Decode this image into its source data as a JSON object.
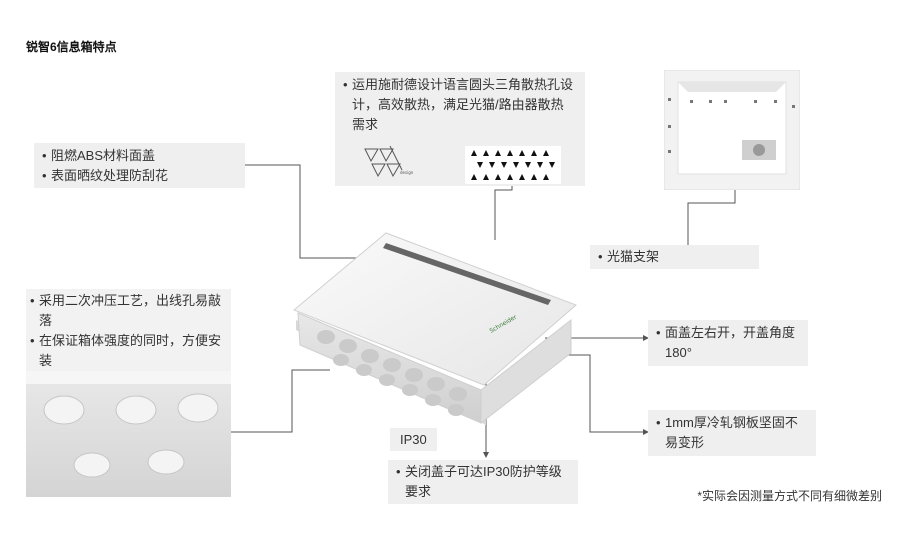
{
  "title": "锐智6信息箱特点",
  "notes": {
    "cover": [
      "阻燃ABS材料面盖",
      "表面晒纹处理防刮花"
    ],
    "vent": [
      "运用施耐德设计语言圆头三角散热孔设计，高效散热，满足光猫/路由器散热需求"
    ],
    "bracket": [
      "光猫支架"
    ],
    "punch": [
      "采用二次冲压工艺，出线孔易敲落",
      "在保证箱体强度的同时，方便安装"
    ],
    "open": [
      "面盖左右开，开盖角度180°"
    ],
    "steel": [
      "1mm厚冷轧钢板坚固不易变形"
    ],
    "ip": [
      "关闭盖子可达IP30防护等级要求"
    ]
  },
  "ip_tag": "IP30",
  "disclaimer": "*实际会因测量方式不同有细微差别",
  "colors": {
    "panel": "#efefef",
    "line": "#555555",
    "box": "#f4f4f4"
  }
}
